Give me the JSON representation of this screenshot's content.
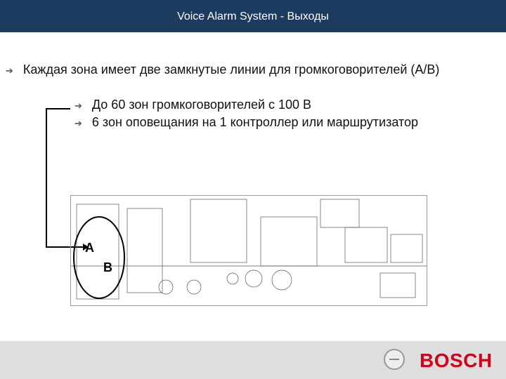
{
  "header": {
    "title": "Voice Alarm System - Выходы"
  },
  "bullets": {
    "main": "Каждая зона имеет две замкнутые линии для громкоговорителей (A/B)",
    "sub": [
      "До 60 зон громкоговорителей с 100 В",
      "6 зон оповещания на 1 контроллер или маршрутизатор"
    ]
  },
  "diagram": {
    "label_a": "A",
    "label_b": "B"
  },
  "footer": {
    "logo": "BOSCH",
    "brand_color": "#d0021b"
  },
  "icons": {
    "bullet": "arrow-right-icon"
  }
}
